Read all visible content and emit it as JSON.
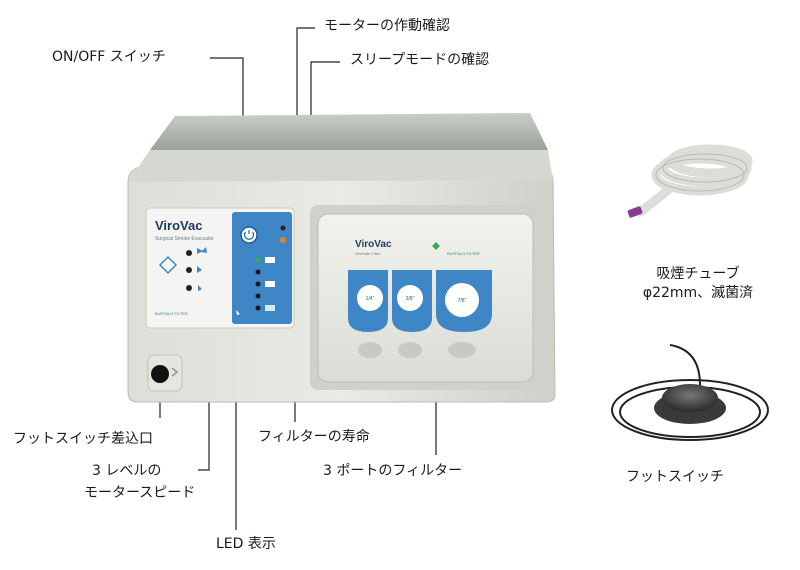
{
  "callouts": {
    "motor_check": "モーターの作動確認",
    "on_off_switch": "ON/OFF スイッチ",
    "sleep_mode_check": "スリープモードの確認",
    "tube_name": "吸煙チューブ",
    "tube_spec": "φ22mm、滅菌済",
    "foot_switch_port": "フットスイッチ差込口",
    "filter_life": "フィルターの寿命",
    "three_port_filter": "3 ポートのフィルター",
    "motor_speed_line1": "3 レベルの",
    "motor_speed_line2": "モータースピード",
    "led_display": "LED 表示",
    "foot_switch": "フットスイッチ"
  },
  "device": {
    "brand": "ViroVac",
    "brand_sub": "Surgical Smoke Evacuator",
    "filter_brand": "ViroVac",
    "filter_sub": "ViroSafe Filter",
    "maker": "BUFFALO FILTER",
    "port_small_1": "1/4\"",
    "port_small_2": "3/8\"",
    "port_large": "7/8\""
  }
}
